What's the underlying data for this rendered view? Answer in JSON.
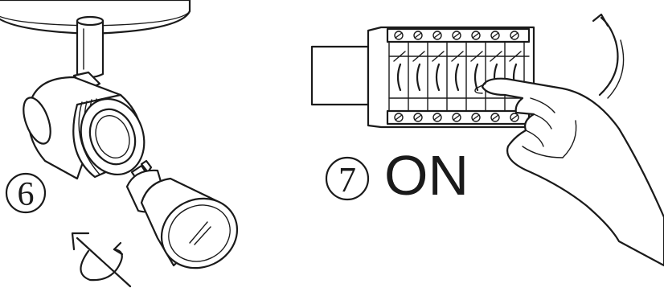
{
  "steps": [
    {
      "number": "6"
    },
    {
      "number": "7",
      "caption": "ON"
    }
  ],
  "icons": {
    "step6": [
      "ceiling-mount-icon",
      "spotlight-housing-icon",
      "gu10-bulb-icon",
      "rotate-arrow-icon"
    ],
    "step7": [
      "breaker-panel-icon",
      "hand-icon",
      "up-arrow-icon"
    ]
  }
}
